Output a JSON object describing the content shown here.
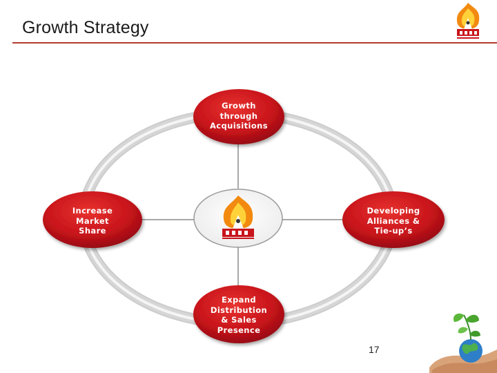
{
  "slide": {
    "title": "Growth Strategy",
    "page_number": "17"
  },
  "diagram": {
    "center_logo_icon": "company-logo-icon",
    "nodes": {
      "top": "Growth\nthrough\nAcquisitions",
      "left": "Increase\nMarket\nShare",
      "right": "Developing\nAlliances &\nTie-up’s",
      "bottom": "Expand\nDistribution\n& Sales\nPresence"
    }
  },
  "colors": {
    "node_fill": "#c8141b",
    "ring": "#c9c9c9",
    "title_rule": "#b33a2c"
  },
  "decorations": {
    "corner_image_icon": "plant-globe-in-hand-icon"
  }
}
